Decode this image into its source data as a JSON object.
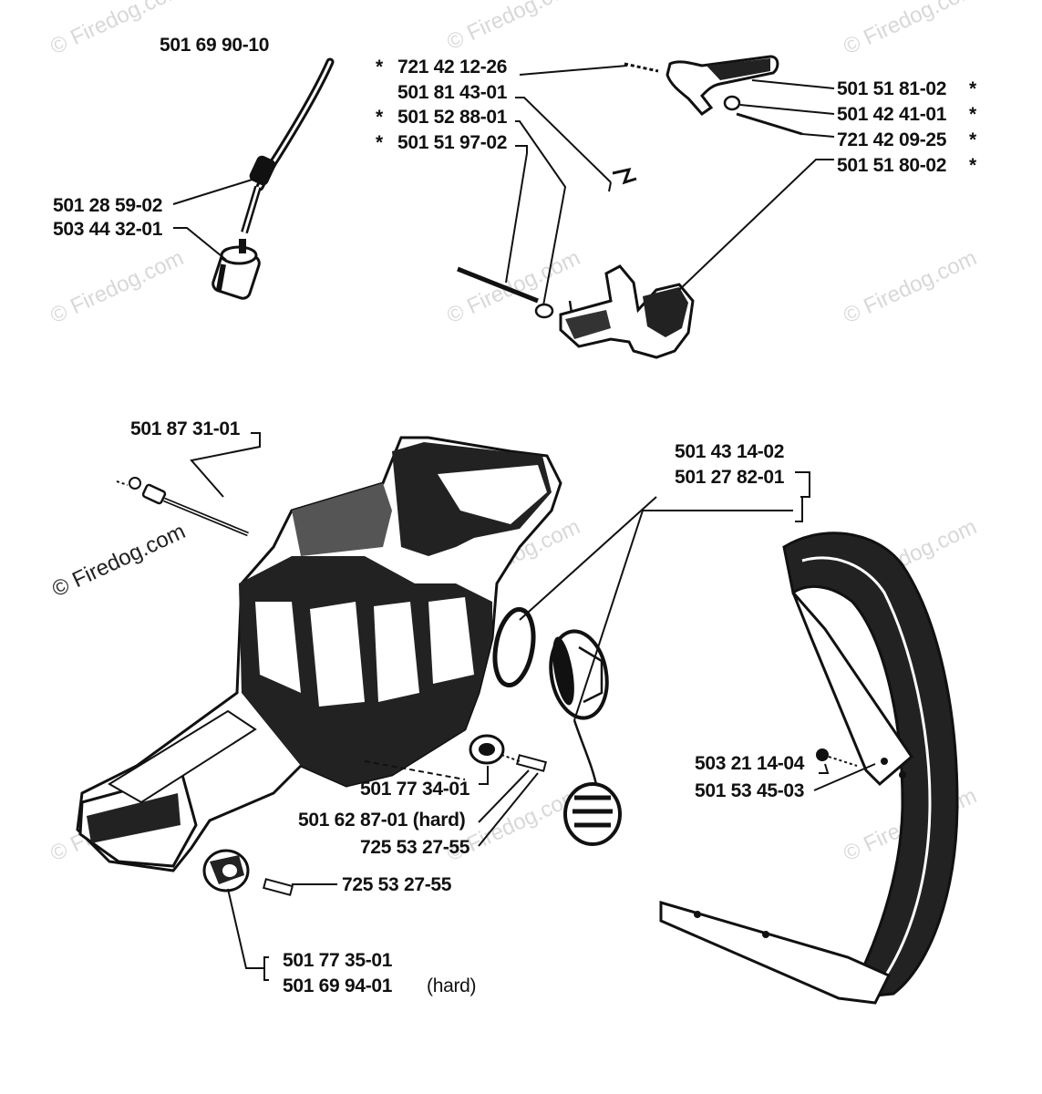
{
  "watermark": "© Firedog.com",
  "labels": {
    "fuel_hose": "501 69 90-10",
    "p721_42_12_26": "721 42 12-26",
    "p501_81_43_01": "501 81 43-01",
    "p501_52_88_01": "501 52 88-01",
    "p501_51_97_02": "501 51 97-02",
    "p501_51_81_02": "501 51 81-02",
    "p501_42_41_01": "501 42 41-01",
    "p721_42_09_25": "721 42 09-25",
    "p501_51_80_02": "501 51 80-02",
    "p501_28_59_02": "501 28 59-02",
    "p503_44_32_01": "503 44 32-01",
    "p501_87_31_01": "501 87 31-01",
    "p501_43_14_02": "501 43 14-02",
    "p501_27_82_01": "501 27 82-01",
    "p501_77_34_01": "501 77 34-01",
    "p501_62_87_01": "501 62 87-01 (hard)",
    "p725_53_27_55_a": "725 53 27-55",
    "p725_53_27_55_b": "725 53 27-55",
    "p503_21_14_04": "503 21 14-04",
    "p501_53_45_03": "501 53 45-03",
    "p501_77_35_01": "501 77 35-01",
    "p501_69_94_01": "501 69 94-01",
    "hard_note": "(hard)",
    "asterisk": "*"
  }
}
